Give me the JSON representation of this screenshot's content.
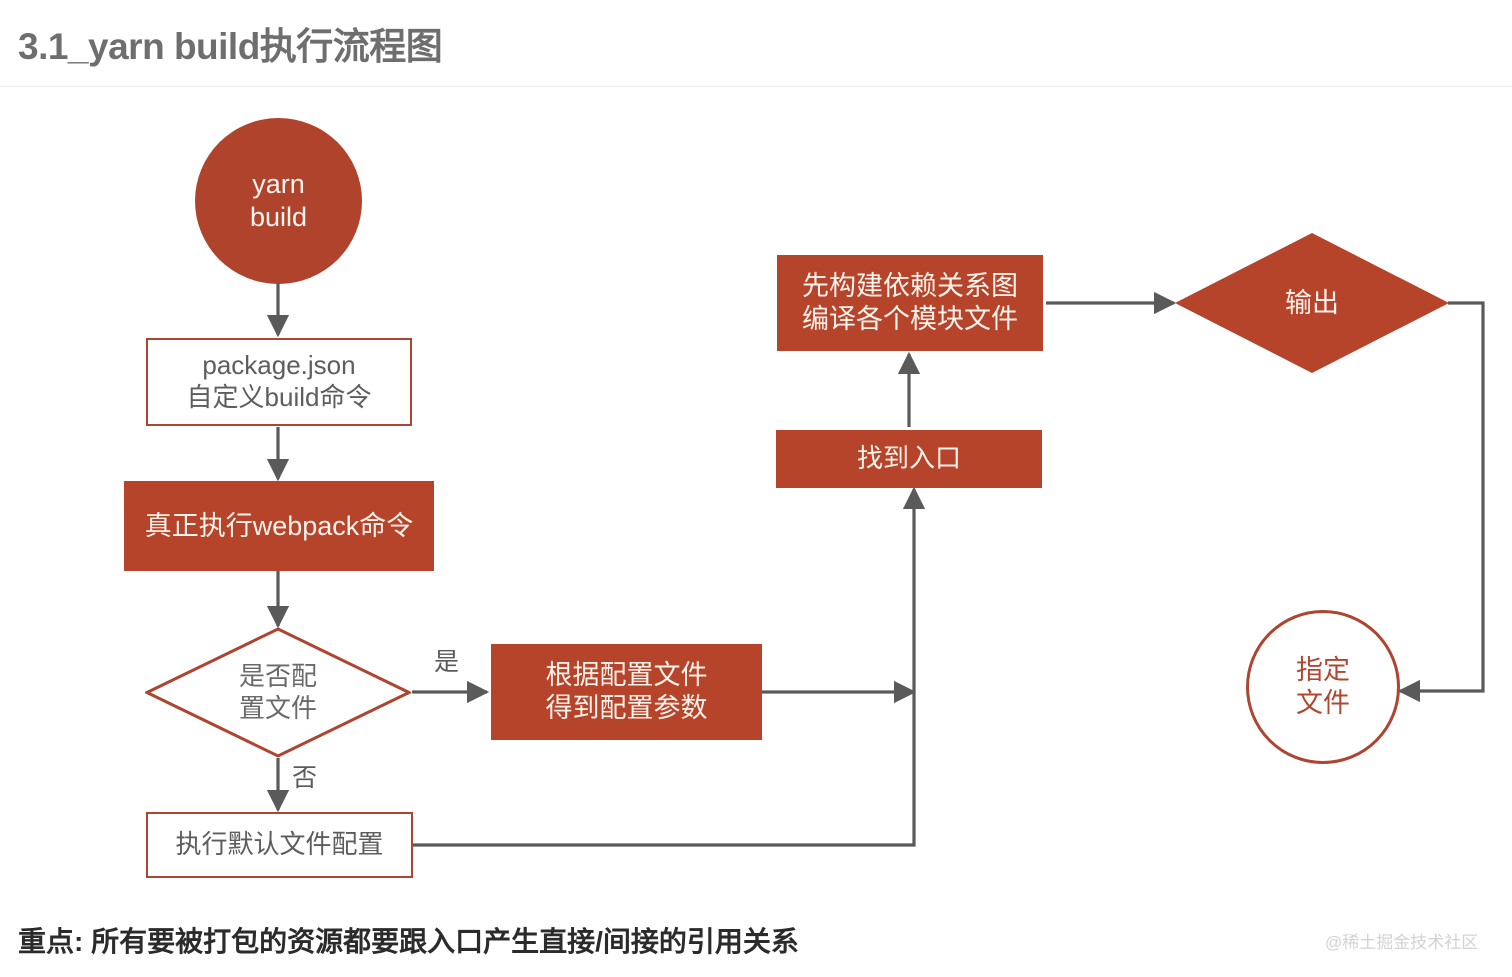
{
  "page": {
    "title": "3.1_yarn build执行流程图",
    "footer_note": "重点: 所有要被打包的资源都要跟入口产生直接/间接的引用关系",
    "watermark": "@稀土掘金技术社区"
  },
  "colors": {
    "brand_fill": "#b5442b",
    "brand_stroke": "#ad4530",
    "node_text_light": "#fdf3ec",
    "node_text_gray": "#5d5d5d",
    "edge_stroke": "#5a5a5a",
    "title_gray": "#6e6e6e",
    "background": "#ffffff"
  },
  "flowchart": {
    "nodes": [
      {
        "id": "start",
        "shape": "circle-filled",
        "label": "yarn\nbuild"
      },
      {
        "id": "package",
        "shape": "box-outline",
        "label": "package.json\n自定义build命令"
      },
      {
        "id": "webpack",
        "shape": "box-filled",
        "label": "真正执行webpack命令"
      },
      {
        "id": "has-config",
        "shape": "diamond-outline",
        "label": "是否配\n置文件"
      },
      {
        "id": "read-config",
        "shape": "box-filled",
        "label": "根据配置文件\n得到配置参数"
      },
      {
        "id": "default-cfg",
        "shape": "box-outline",
        "label": "执行默认文件配置"
      },
      {
        "id": "entry",
        "shape": "box-filled",
        "label": "找到入口"
      },
      {
        "id": "dep-graph",
        "shape": "box-filled",
        "label": "先构建依赖关系图\n编译各个模块文件"
      },
      {
        "id": "output",
        "shape": "diamond-filled",
        "label": "输出"
      },
      {
        "id": "target-file",
        "shape": "circle-outline",
        "label": "指定\n文件"
      }
    ],
    "edge_labels": [
      {
        "id": "yes",
        "label": "是"
      },
      {
        "id": "no",
        "label": "否"
      }
    ]
  }
}
